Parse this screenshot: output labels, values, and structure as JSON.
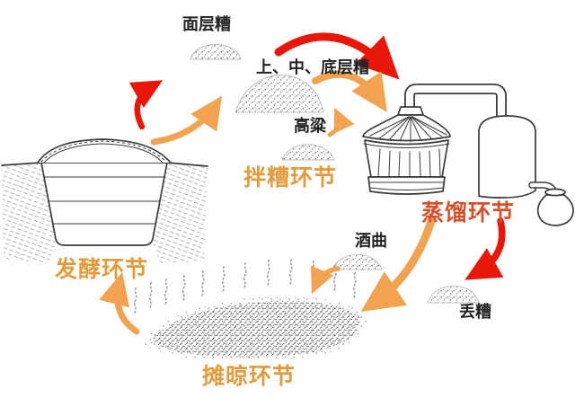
{
  "colors": {
    "orange": "#F2A34F",
    "red": "#EA1708",
    "label_orange": "#E39B3C",
    "label_red": "#D4512B",
    "ink": "#3b3b3b",
    "stipple": "#5a5a5a"
  },
  "labels": {
    "surface_mash": "面层糟",
    "upper_middle_bottom_mash": "上、中、底层糟",
    "sorghum": "高粱",
    "mixing_step": "拌糟环节",
    "distillation_step": "蒸馏环节",
    "fermentation_step": "发酵环节",
    "qu_starter": "酒曲",
    "discarded_mash": "丢糟",
    "spreading_step": "摊晾环节"
  }
}
